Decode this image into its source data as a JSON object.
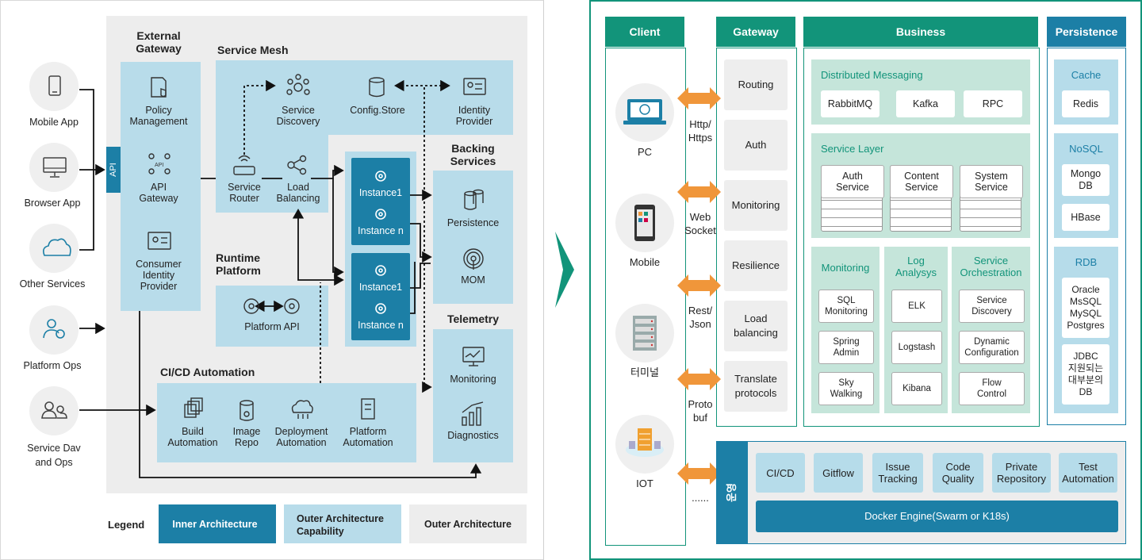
{
  "left": {
    "clients": [
      "Mobile App",
      "Browser App",
      "Other Services",
      "Platform Ops",
      "Service Dav\nand Ops"
    ],
    "api_tab": "API",
    "external_gateway": {
      "title": "External\nGateway",
      "items": [
        "Policy\nManagement",
        "API\nGateway",
        "Consumer\nIdentity\nProvider"
      ]
    },
    "service_mesh": {
      "title": "Service Mesh",
      "items": [
        "Service\nDiscovery",
        "Config.Store",
        "Identity\nProvider",
        "Service\nRouter",
        "Load\nBalancing"
      ]
    },
    "instances": [
      "Instance1",
      "Instance n",
      "Instance1",
      "Instance n"
    ],
    "backing": {
      "title": "Backing\nServices",
      "items": [
        "Persistence",
        "MOM"
      ]
    },
    "runtime": {
      "title": "Runtime\nPlatform",
      "item": "Platform API"
    },
    "telemetry": {
      "title": "Telemetry",
      "items": [
        "Monitoring",
        "Diagnostics"
      ]
    },
    "cicd": {
      "title": "CI/CD Automation",
      "items": [
        "Build\nAutomation",
        "Image\nRepo",
        "Deployment\nAutomation",
        "Platform\nAutomation"
      ]
    },
    "legend": {
      "title": "Legend",
      "inner": "Inner Architecture",
      "outer_cap": "Outer Architecture\nCapability",
      "outer": "Outer Architecture"
    }
  },
  "right": {
    "headers": {
      "client": "Client",
      "gateway": "Gateway",
      "business": "Business",
      "persistence": "Persistence"
    },
    "clients": [
      "PC",
      "Mobile",
      "터미널",
      "IOT"
    ],
    "protocols": [
      "Http/\nHttps",
      "Web\nSocket",
      "Rest/\nJson",
      "Proto\nbuf",
      "......"
    ],
    "gateway_items": [
      "Routing",
      "Auth",
      "Monitoring",
      "Resilience",
      "Load\nbalancing",
      "Translate\nprotocols"
    ],
    "distributed_messaging": {
      "title": "Distributed Messaging",
      "items": [
        "RabbitMQ",
        "Kafka",
        "RPC"
      ]
    },
    "service_layer": {
      "title": "Service Layer",
      "items": [
        "Auth\nService",
        "Content\nService",
        "System\nService"
      ]
    },
    "monitoring": {
      "title": "Monitoring",
      "items": [
        "SQL\nMonitoring",
        "Spring\nAdmin",
        "Sky\nWalking"
      ]
    },
    "log_analysis": {
      "title": "Log\nAnalysys",
      "items": [
        "ELK",
        "Logstash",
        "Kibana"
      ]
    },
    "orchestration": {
      "title": "Service\nOrchestration",
      "items": [
        "Service\nDiscovery",
        "Dynamic\nConfiguration",
        "Flow\nControl"
      ]
    },
    "cache": {
      "title": "Cache",
      "items": [
        "Redis"
      ]
    },
    "nosql": {
      "title": "NoSQL",
      "items": [
        "Mongo\nDB",
        "HBase"
      ]
    },
    "rdb": {
      "title": "RDB",
      "items": [
        "Oracle\nMsSQL\nMySQL\nPostgres",
        "JDBC\n지원되는\n대부분의\nDB"
      ]
    },
    "ops": {
      "tab": "운영",
      "items": [
        "CI/CD",
        "Gitflow",
        "Issue\nTracking",
        "Code\nQuality",
        "Private\nRepository",
        "Test\nAutomation"
      ],
      "engine": "Docker Engine(Swarm or K18s)"
    }
  },
  "colors": {
    "teal": "#12947a",
    "blue": "#1c7fa6",
    "light_blue": "#b8dcea",
    "orange": "#f0963a",
    "grey": "#ededed"
  }
}
